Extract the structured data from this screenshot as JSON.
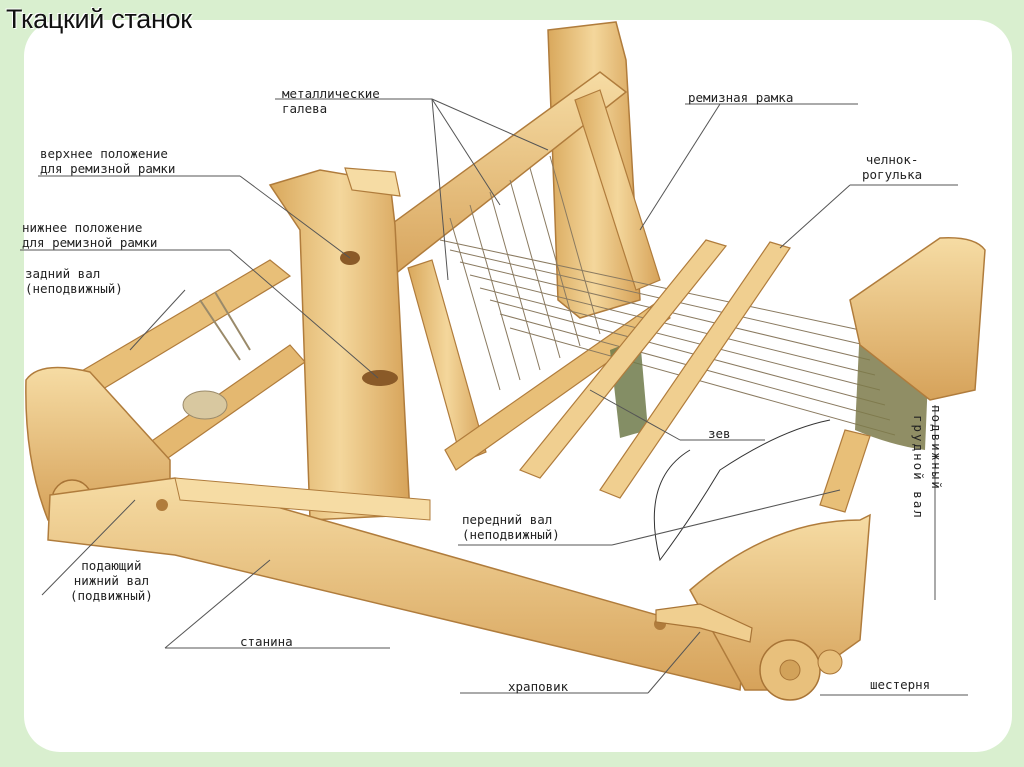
{
  "title": "Ткацкий станок",
  "labels": {
    "metal_heddles": [
      "металлические",
      "галева"
    ],
    "heddle_frame": "ремизная рамка",
    "upper_position": [
      "верхнее положение",
      "для ремизной рамки"
    ],
    "lower_position": [
      "нижнее положение",
      "для ремизной рамки"
    ],
    "back_roller": [
      "задний вал",
      "(неподвижный)"
    ],
    "shuttle": [
      "челнок-",
      "рогулька"
    ],
    "shed": "зев",
    "front_roller": [
      "передний вал",
      "(неподвижный)"
    ],
    "cloth_roller": [
      "подвижный",
      "грудной вал"
    ],
    "feed_roller": [
      "подающий",
      "нижний вал",
      "(подвижный)"
    ],
    "frame": "станина",
    "ratchet": "храповик",
    "gear": "шестерня"
  },
  "colors": {
    "background": "#d9efcf",
    "panel": "#ffffff",
    "wood_light": "#f2d294",
    "wood_mid": "#e0b46a",
    "wood_dark": "#c08a44",
    "thread": "#8a7a60",
    "woven_cloth": "#7d7a4a",
    "leader_line": "#555555"
  }
}
